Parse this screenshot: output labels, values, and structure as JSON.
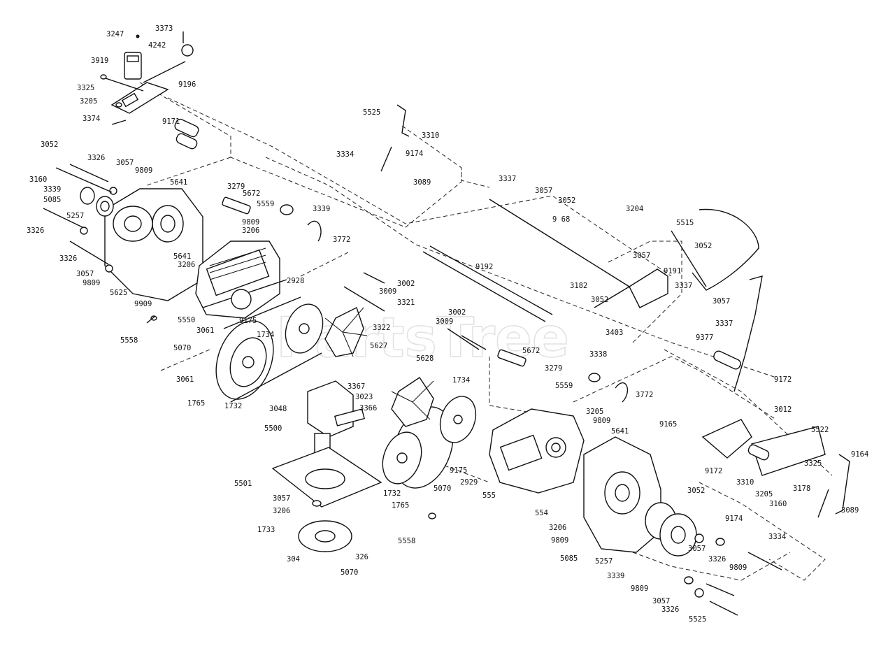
{
  "watermark": "PartsTree",
  "labels": [
    {
      "id": "l3247",
      "text": "3247"
    },
    {
      "id": "l3373",
      "text": "3373"
    },
    {
      "id": "l4242",
      "text": "4242"
    },
    {
      "id": "l3919",
      "text": "3919"
    },
    {
      "id": "l3325a",
      "text": "3325"
    },
    {
      "id": "l9196",
      "text": "9196"
    },
    {
      "id": "l3205a",
      "text": "3205"
    },
    {
      "id": "l3374",
      "text": "3374"
    },
    {
      "id": "l9171",
      "text": "9171"
    },
    {
      "id": "l3052a",
      "text": "3052"
    },
    {
      "id": "l3326a",
      "text": "3326"
    },
    {
      "id": "l3057a",
      "text": "3057"
    },
    {
      "id": "l9809a",
      "text": "9809"
    },
    {
      "id": "l3160a",
      "text": "3160"
    },
    {
      "id": "l3339a",
      "text": "3339"
    },
    {
      "id": "l5085a",
      "text": "5085"
    },
    {
      "id": "l5257a",
      "text": "5257"
    },
    {
      "id": "l3326b",
      "text": "3326"
    },
    {
      "id": "l5641a",
      "text": "5641"
    },
    {
      "id": "l3279a",
      "text": "3279"
    },
    {
      "id": "l5672a",
      "text": "5672"
    },
    {
      "id": "l5559a",
      "text": "5559"
    },
    {
      "id": "l3339b",
      "text": "3339"
    },
    {
      "id": "l9809b",
      "text": "9809"
    },
    {
      "id": "l3206a",
      "text": "3206"
    },
    {
      "id": "l3772a",
      "text": "3772"
    },
    {
      "id": "l3326c",
      "text": "3326"
    },
    {
      "id": "l5641b",
      "text": "5641"
    },
    {
      "id": "l3206b",
      "text": "3206"
    },
    {
      "id": "l3057b",
      "text": "3057"
    },
    {
      "id": "l9809c",
      "text": "9809"
    },
    {
      "id": "l5625",
      "text": "5625"
    },
    {
      "id": "l2928",
      "text": "2928"
    },
    {
      "id": "l9909a",
      "text": "9909"
    },
    {
      "id": "l5550",
      "text": "5550"
    },
    {
      "id": "l9175a",
      "text": "9175"
    },
    {
      "id": "l5558a",
      "text": "5558"
    },
    {
      "id": "l3061a",
      "text": "3061"
    },
    {
      "id": "l1734a",
      "text": "1734"
    },
    {
      "id": "l5070a",
      "text": "5070"
    },
    {
      "id": "l5627",
      "text": "5627"
    },
    {
      "id": "l3061b",
      "text": "3061"
    },
    {
      "id": "l1765a",
      "text": "1765"
    },
    {
      "id": "l1732a",
      "text": "1732"
    },
    {
      "id": "l3048",
      "text": "3048"
    },
    {
      "id": "l5500",
      "text": "5500"
    },
    {
      "id": "l5501",
      "text": "5501"
    },
    {
      "id": "l3057c",
      "text": "3057"
    },
    {
      "id": "l3206c",
      "text": "3206"
    },
    {
      "id": "l1733",
      "text": "1733"
    },
    {
      "id": "l304",
      "text": "304"
    },
    {
      "id": "l326",
      "text": "326"
    },
    {
      "id": "l5070b",
      "text": "5070"
    },
    {
      "id": "l5525a",
      "text": "5525"
    },
    {
      "id": "l3310a",
      "text": "3310"
    },
    {
      "id": "l3334a",
      "text": "3334"
    },
    {
      "id": "l9174a",
      "text": "9174"
    },
    {
      "id": "l3089a",
      "text": "3089"
    },
    {
      "id": "l3337a",
      "text": "3337"
    },
    {
      "id": "l3057d",
      "text": "3057"
    },
    {
      "id": "l3052b",
      "text": "3052"
    },
    {
      "id": "l9168",
      "text": "9 68"
    },
    {
      "id": "l9192",
      "text": "9192"
    },
    {
      "id": "l3002a",
      "text": "3002"
    },
    {
      "id": "l3009a",
      "text": "3009"
    },
    {
      "id": "l3321",
      "text": "3321"
    },
    {
      "id": "l3322",
      "text": "3322"
    },
    {
      "id": "l3002b",
      "text": "3002"
    },
    {
      "id": "l3009b",
      "text": "3009"
    },
    {
      "id": "l5628",
      "text": "5628"
    },
    {
      "id": "l3367",
      "text": "3367"
    },
    {
      "id": "l3023",
      "text": "3023"
    },
    {
      "id": "l3366",
      "text": "3366"
    },
    {
      "id": "l1734b",
      "text": "1734"
    },
    {
      "id": "l5672b",
      "text": "5672"
    },
    {
      "id": "l3279b",
      "text": "3279"
    },
    {
      "id": "l3338",
      "text": "3338"
    },
    {
      "id": "l5559b",
      "text": "5559"
    },
    {
      "id": "l3772b",
      "text": "3772"
    },
    {
      "id": "l3205b",
      "text": "3205"
    },
    {
      "id": "l9809d",
      "text": "9809"
    },
    {
      "id": "l5641c",
      "text": "5641"
    },
    {
      "id": "l9175b",
      "text": "9175"
    },
    {
      "id": "l2929",
      "text": "2929"
    },
    {
      "id": "l5070c",
      "text": "5070"
    },
    {
      "id": "l1732b",
      "text": "1732"
    },
    {
      "id": "l1765b",
      "text": "1765"
    },
    {
      "id": "l555",
      "text": "555"
    },
    {
      "id": "l554",
      "text": "554"
    },
    {
      "id": "l5558b",
      "text": "5558"
    },
    {
      "id": "l3206d",
      "text": "3206"
    },
    {
      "id": "l9809e",
      "text": "9809"
    },
    {
      "id": "l5085b",
      "text": "5085"
    },
    {
      "id": "l5257b",
      "text": "5257"
    },
    {
      "id": "l3339c",
      "text": "3339"
    },
    {
      "id": "l9809f",
      "text": "9809"
    },
    {
      "id": "l3057e",
      "text": "3057"
    },
    {
      "id": "l3326d",
      "text": "3326"
    },
    {
      "id": "l9809g",
      "text": "9809"
    },
    {
      "id": "l3057f",
      "text": "3057"
    },
    {
      "id": "l3326e",
      "text": "3326"
    },
    {
      "id": "l5525b",
      "text": "5525"
    },
    {
      "id": "l3204",
      "text": "3204"
    },
    {
      "id": "l5515",
      "text": "5515"
    },
    {
      "id": "l3052c",
      "text": "3052"
    },
    {
      "id": "l3057g",
      "text": "3057"
    },
    {
      "id": "l9191",
      "text": "9191"
    },
    {
      "id": "l3182",
      "text": "3182"
    },
    {
      "id": "l3337b",
      "text": "3337"
    },
    {
      "id": "l3057h",
      "text": "3057"
    },
    {
      "id": "l3052d",
      "text": "3052"
    },
    {
      "id": "l3403",
      "text": "3403"
    },
    {
      "id": "l9377",
      "text": "9377"
    },
    {
      "id": "l3337c",
      "text": "3337"
    },
    {
      "id": "l9172a",
      "text": "9172"
    },
    {
      "id": "l3012",
      "text": "3012"
    },
    {
      "id": "l9165",
      "text": "9165"
    },
    {
      "id": "l5522",
      "text": "5522"
    },
    {
      "id": "l9164",
      "text": "9164"
    },
    {
      "id": "l9172b",
      "text": "9172"
    },
    {
      "id": "l3310b",
      "text": "3310"
    },
    {
      "id": "l3325b",
      "text": "3325"
    },
    {
      "id": "l3178",
      "text": "3178"
    },
    {
      "id": "l3205c",
      "text": "3205"
    },
    {
      "id": "l3160b",
      "text": "3160"
    },
    {
      "id": "l3052e",
      "text": "3052"
    },
    {
      "id": "l9174b",
      "text": "9174"
    },
    {
      "id": "l3089b",
      "text": "3089"
    },
    {
      "id": "l3334b",
      "text": "3334"
    }
  ]
}
